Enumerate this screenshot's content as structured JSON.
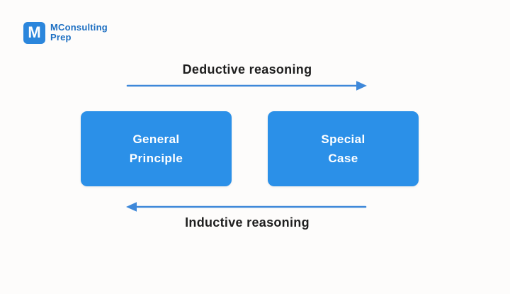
{
  "page": {
    "background_color": "#fdfcfb"
  },
  "logo": {
    "mark_letter": "M",
    "name_line1": "MConsulting",
    "name_line2": "Prep",
    "mark_bg_color": "#2b86dc",
    "mark_letter_color": "#ffffff",
    "text_color": "#1d6fc2"
  },
  "diagram": {
    "top_arrow_label": "Deductive reasoning",
    "bottom_arrow_label": "Inductive reasoning",
    "top_arrow_direction": "right",
    "bottom_arrow_direction": "left",
    "label_color": "#1e1e1e",
    "arrow_color": "#3e88d9",
    "box_fill_color": "#2b90e8",
    "box_text_color": "#ffffff",
    "boxes": [
      {
        "label": "General\nPrinciple"
      },
      {
        "label": "Special\nCase"
      }
    ]
  }
}
